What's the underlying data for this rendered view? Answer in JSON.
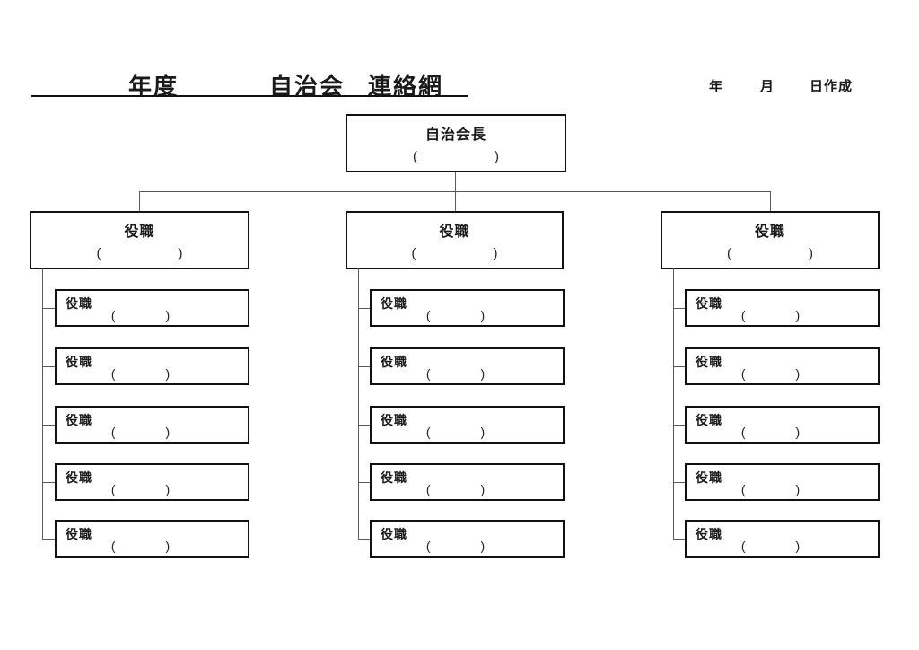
{
  "header": {
    "year_label": "年度",
    "org_label": "自治会",
    "net_label": "連絡網",
    "created": {
      "year_label": "年",
      "month_label": "月",
      "day_label": "日作成"
    }
  },
  "glyphs": {
    "paren_open": "(",
    "paren_close": ")"
  },
  "org": {
    "root": {
      "label": "自治会長"
    },
    "columns": [
      {
        "head": {
          "label": "役職"
        },
        "members": [
          {
            "label": "役職"
          },
          {
            "label": "役職"
          },
          {
            "label": "役職"
          },
          {
            "label": "役職"
          },
          {
            "label": "役職"
          }
        ]
      },
      {
        "head": {
          "label": "役職"
        },
        "members": [
          {
            "label": "役職"
          },
          {
            "label": "役職"
          },
          {
            "label": "役職"
          },
          {
            "label": "役職"
          },
          {
            "label": "役職"
          }
        ]
      },
      {
        "head": {
          "label": "役職"
        },
        "members": [
          {
            "label": "役職"
          },
          {
            "label": "役職"
          },
          {
            "label": "役職"
          },
          {
            "label": "役職"
          },
          {
            "label": "役職"
          }
        ]
      }
    ]
  }
}
